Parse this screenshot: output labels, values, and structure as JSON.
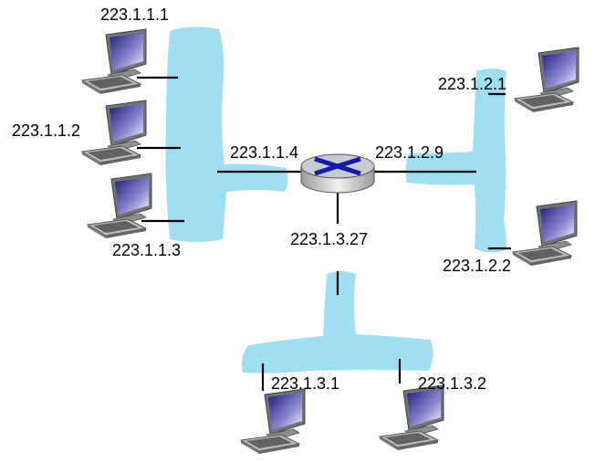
{
  "diagram": {
    "router": {
      "name": "router",
      "interfaces": [
        "223.1.1.4",
        "223.1.2.9",
        "223.1.3.27"
      ]
    },
    "subnets": [
      {
        "id": "subnet-1",
        "hosts": [
          "223.1.1.1",
          "223.1.1.2",
          "223.1.1.3"
        ],
        "router_interface": "223.1.1.4"
      },
      {
        "id": "subnet-2",
        "hosts": [
          "223.1.2.1",
          "223.1.2.2"
        ],
        "router_interface": "223.1.2.9"
      },
      {
        "id": "subnet-3",
        "hosts": [
          "223.1.3.1",
          "223.1.3.2"
        ],
        "router_interface": "223.1.3.27"
      }
    ],
    "colors": {
      "subnet": "#a0def4",
      "router_x": "#1a1aa8"
    }
  }
}
